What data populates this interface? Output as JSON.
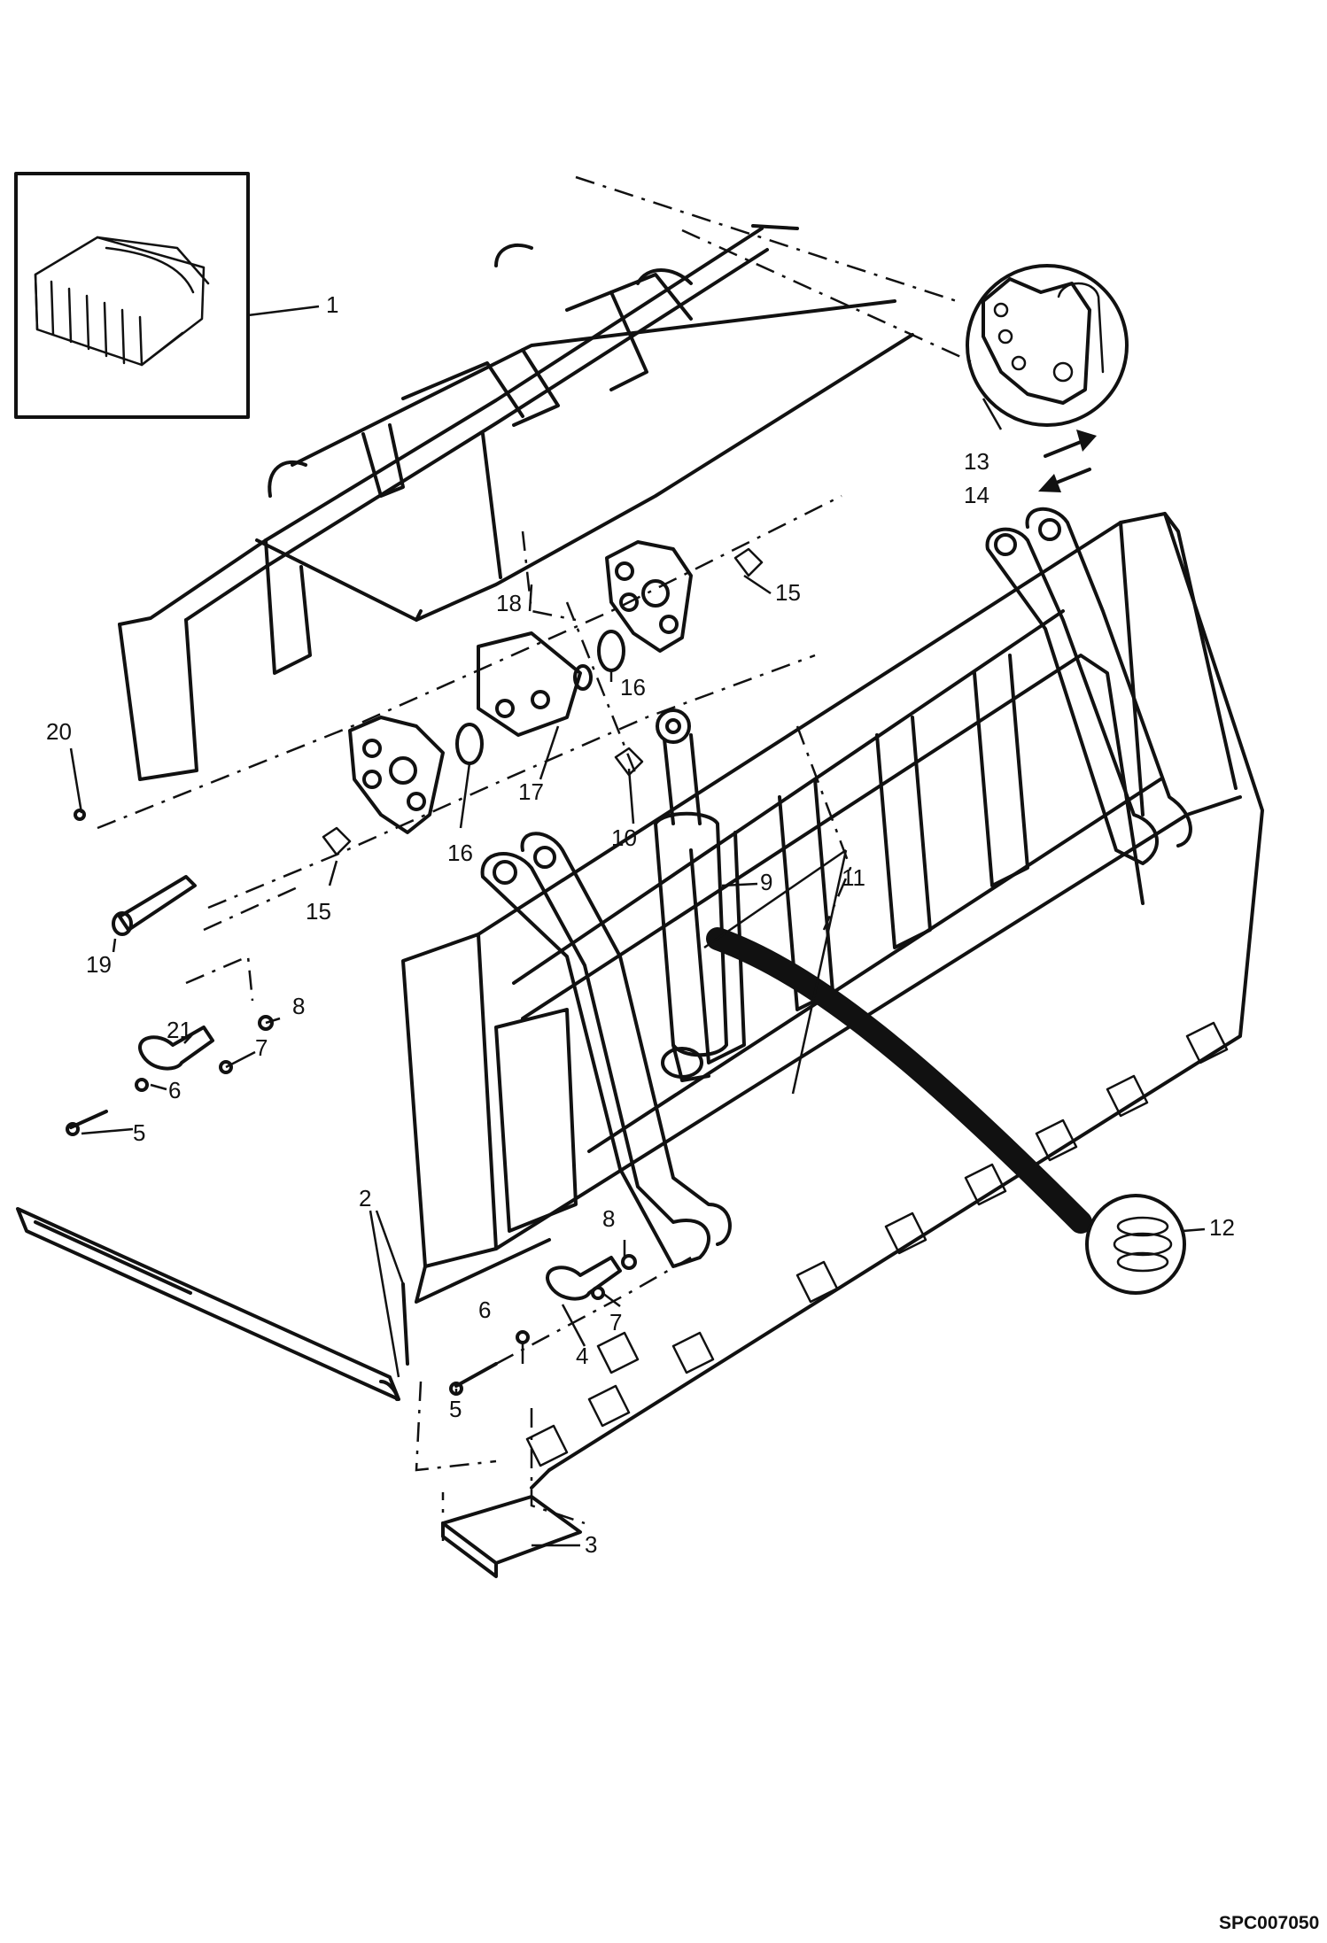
{
  "diagram": {
    "reference_code": "SPC007050",
    "callouts": [
      "1",
      "2",
      "3",
      "4",
      "5",
      "5",
      "6",
      "6",
      "7",
      "7",
      "8",
      "8",
      "9",
      "10",
      "11",
      "12",
      "13",
      "14",
      "15",
      "15",
      "16",
      "16",
      "17",
      "18",
      "19",
      "20",
      "21"
    ]
  }
}
